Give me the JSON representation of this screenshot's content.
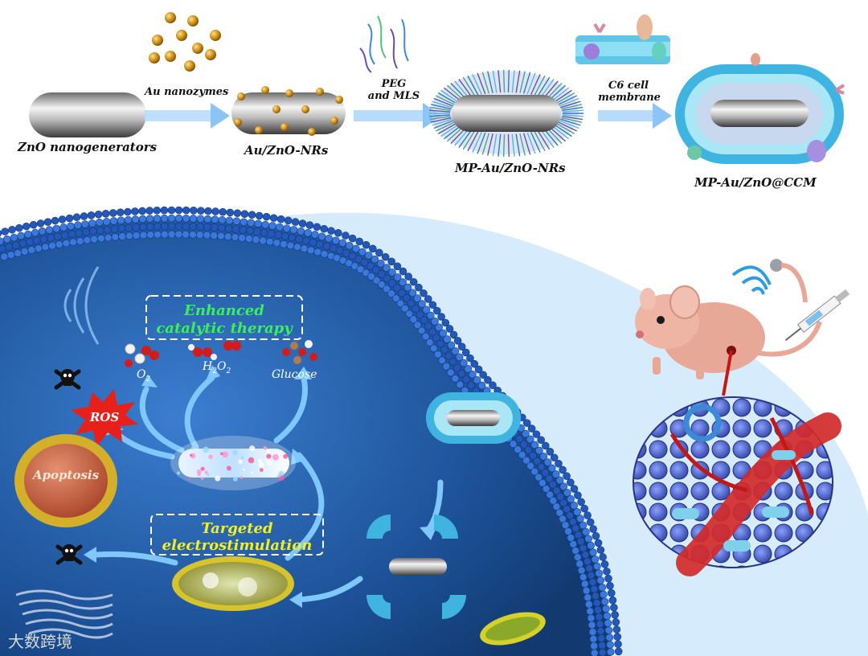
{
  "synthesis": {
    "start_label": "ZnO nanogenerators",
    "step1_reagent": "Au nanozymes",
    "step1_product": "Au/ZnO-NRs",
    "step2_reagent_line1": "PEG",
    "step2_reagent_line2": "and MLS",
    "step2_product": "MP-Au/ZnO-NRs",
    "step3_reagent_line1": "C6 cell",
    "step3_reagent_line2": "membrane",
    "step3_product": "MP-Au/ZnO@CCM"
  },
  "cell": {
    "catalytic_box_line1": "Enhanced",
    "catalytic_box_line2": "catalytic therapy",
    "o2_main": "O",
    "o2_sub": "2",
    "h2o2_h": "H",
    "h2o2_sub1": "2",
    "h2o2_o": "O",
    "h2o2_sub2": "2",
    "glucose_label": "Glucose",
    "ros_label": "ROS",
    "apoptosis_label": "Apoptosis",
    "electro_box_line1": "Targeted",
    "electro_box_line2": "electrostimulation"
  },
  "watermark": "大数跨境",
  "colors": {
    "catalytic_text": "#3cf05a",
    "electro_text": "#f4f01e",
    "ros_star": "#e8201c",
    "cell_interior": "#1b4f94",
    "membrane_head": "#2a6ad4",
    "arrow": "#7ec8ff"
  },
  "icons": [
    "skull-crossbones-icon",
    "ultrasound-wave-icon",
    "syringe-icon",
    "mouse-icon"
  ]
}
